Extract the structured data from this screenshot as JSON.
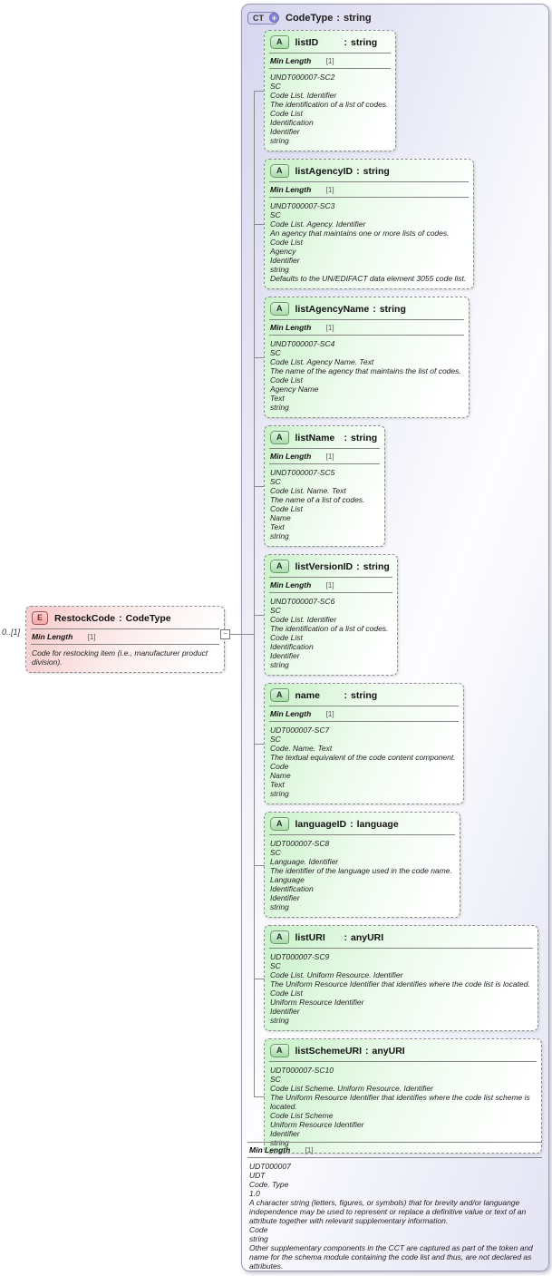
{
  "separator": ":",
  "connector": {
    "collapse_glyph": "−"
  },
  "colors": {
    "attribute_fill": "#c9f2c9",
    "attribute_badge": "#a9dba9",
    "element_fill": "#f7caca",
    "element_badge": "#f0a8a8",
    "container_fill": "#d6d6ee",
    "container_badge": "#d2d2ef",
    "expand_icon": "#8585d6",
    "connector_line": "#8a8a8a"
  },
  "element": {
    "badge": "E",
    "multiplicity": "0..[1]",
    "name": "RestockCode",
    "type": "CodeType",
    "facet": {
      "label": "Min Length",
      "value": "[1]"
    },
    "doc_lines": [
      "Code for restocking item (i.e., manufacturer product division)."
    ]
  },
  "code_type": {
    "badge": "CT",
    "expand_glyph": "+",
    "name": "CodeType",
    "type": "string",
    "attributes": [
      {
        "badge": "A",
        "name": "listID",
        "type": "string",
        "facet": {
          "label": "Min Length",
          "value": "[1]"
        },
        "doc_lines": [
          "UNDT000007-SC2",
          "SC",
          "Code List. Identifier",
          "The identification of a list of codes.",
          "Code List",
          "Identification",
          "Identifier",
          "string"
        ]
      },
      {
        "badge": "A",
        "name": "listAgencyID",
        "type": "string",
        "facet": {
          "label": "Min Length",
          "value": "[1]"
        },
        "doc_lines": [
          "UNDT000007-SC3",
          "SC",
          "Code List. Agency. Identifier",
          "An agency that maintains one or more lists of codes.",
          "Code List",
          "Agency",
          "Identifier",
          "string",
          "Defaults to the UN/EDIFACT data element 3055 code list."
        ]
      },
      {
        "badge": "A",
        "name": "listAgencyName",
        "type": "string",
        "facet": {
          "label": "Min Length",
          "value": "[1]"
        },
        "doc_lines": [
          "UNDT000007-SC4",
          "SC",
          "Code List. Agency Name. Text",
          "The name of the agency that maintains the list of codes.",
          "Code List",
          "Agency Name",
          "Text",
          "string"
        ]
      },
      {
        "badge": "A",
        "name": "listName",
        "type": "string",
        "facet": {
          "label": "Min Length",
          "value": "[1]"
        },
        "doc_lines": [
          "UNDT000007-SC5",
          "SC",
          "Code List. Name. Text",
          "The name of a list of codes.",
          "Code List",
          "Name",
          "Text",
          "string"
        ]
      },
      {
        "badge": "A",
        "name": "listVersionID",
        "type": "string",
        "facet": {
          "label": "Min Length",
          "value": "[1]"
        },
        "doc_lines": [
          "UNDT000007-SC6",
          "SC",
          "Code List. Identifier",
          "The identification of a list of codes.",
          "Code List",
          "Identification",
          "Identifier",
          "string"
        ]
      },
      {
        "badge": "A",
        "name": "name",
        "type": "string",
        "facet": {
          "label": "Min Length",
          "value": "[1]"
        },
        "doc_lines": [
          "UDT000007-SC7",
          "SC",
          "Code. Name. Text",
          "The textual equivalent of the code content component.",
          "Code",
          "Name",
          "Text",
          "string"
        ]
      },
      {
        "badge": "A",
        "name": "languageID",
        "type": "language",
        "doc_lines": [
          "UDT000007-SC8",
          "SC",
          "Language. Identifier",
          "The identifier of the language used in the code name.",
          "Language",
          "Identification",
          "Identifier",
          "string"
        ]
      },
      {
        "badge": "A",
        "name": "listURI",
        "type": "anyURI",
        "doc_lines": [
          "UDT000007-SC9",
          "SC",
          "Code List. Uniform Resource. Identifier",
          "The Uniform Resource Identifier that identifies where the code list is located.",
          "Code List",
          "Uniform Resource Identifier",
          "Identifier",
          "string"
        ]
      },
      {
        "badge": "A",
        "name": "listSchemeURI",
        "type": "anyURI",
        "doc_lines": [
          "UDT000007-SC10",
          "SC",
          "Code List Scheme. Uniform Resource. Identifier",
          "The Uniform Resource Identifier that identifies where the code list scheme is located.",
          "Code List Scheme",
          "Uniform Resource Identifier",
          "Identifier",
          "string"
        ]
      }
    ],
    "footer": {
      "facet": {
        "label": "Min Length",
        "value": "[1]"
      },
      "doc_lines": [
        "UDT000007",
        "UDT",
        "Code. Type",
        "1.0",
        "A character string (letters, figures, or symbols) that for brevity and/or languange independence may be used to represent or replace a definitive value or text of an attribute together with relevant supplementary information.",
        "Code",
        "string",
        "Other supplementary components in the CCT are captured as part of the token and name for the schema module containing the code list and thus, are not declared as attributes."
      ]
    }
  }
}
